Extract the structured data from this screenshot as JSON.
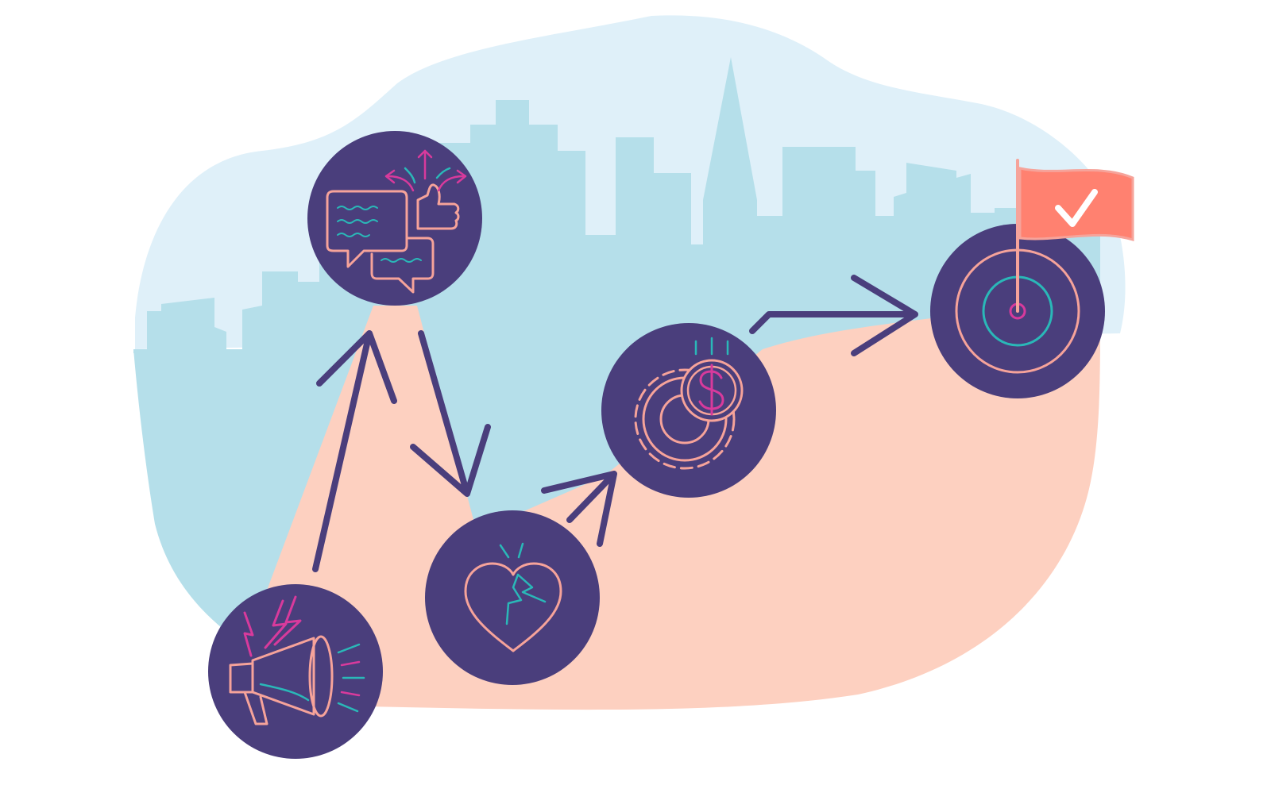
{
  "illustration": {
    "stages": [
      {
        "id": "announce",
        "icon": "megaphone-icon"
      },
      {
        "id": "feedback",
        "icon": "chat-thumbs-up-icon"
      },
      {
        "id": "setback",
        "icon": "broken-heart-icon"
      },
      {
        "id": "investment",
        "icon": "gear-dollar-icon"
      },
      {
        "id": "goal",
        "icon": "target-flag-icon"
      }
    ],
    "colors": {
      "sky_blob": "#dff0f9",
      "skyline": "#b5dfea",
      "path_fill": "#fdd0c0",
      "circle": "#4a3e7c",
      "arrow": "#4a3e7c",
      "line_pink": "#f6a39a",
      "accent_teal": "#2ab8b8",
      "accent_magenta": "#d83a9c",
      "flag": "#ff8170",
      "check": "#ffffff"
    }
  }
}
